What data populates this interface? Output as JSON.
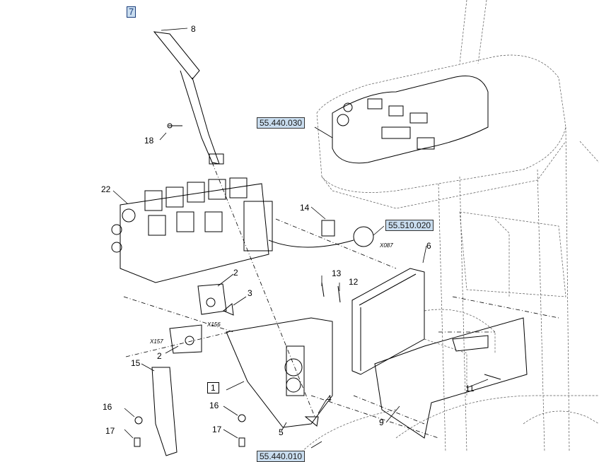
{
  "figure_number": "7",
  "reference_boxes": {
    "ref_console": "55.440.030",
    "ref_connector": "55.510.020",
    "ref_bottom": "55.440.010"
  },
  "assembly_box": "1",
  "callouts": {
    "c2a": "2",
    "c2b": "2",
    "c3": "3",
    "c4": "4",
    "c5": "5",
    "c6": "6",
    "c8": "8",
    "c9": "9",
    "c11": "11",
    "c12": "12",
    "c13": "13",
    "c14": "14",
    "c15": "15",
    "c16a": "16",
    "c16b": "16",
    "c17a": "17",
    "c17b": "17",
    "c18": "18",
    "c22": "22"
  },
  "connectors": {
    "x087": "X087",
    "x156": "X156",
    "x157": "X157"
  },
  "colors": {
    "line": "#000000",
    "ghost": "#6e6e6e",
    "ref_fill": "#c9ddef"
  }
}
